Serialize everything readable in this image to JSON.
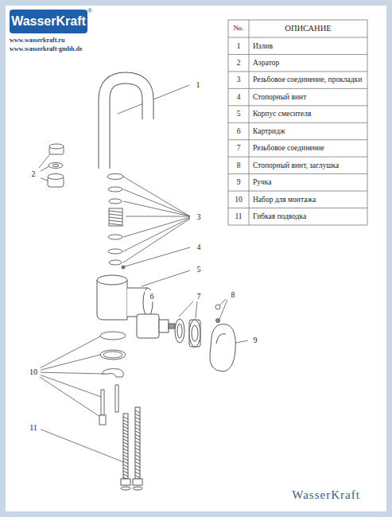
{
  "diagram": {
    "labels": [
      "WasserKraft",
      "®",
      "www.wasserkraft.ru",
      "www.wasserkraft-gmbh.de",
      "No.",
      "ОПИСАНИЕ",
      "1",
      "Излив",
      "2",
      "Аэратор",
      "3",
      "Резьбовое соединение, прокладки",
      "4",
      "Стопорный винт",
      "5",
      "Корпус смесителя",
      "6",
      "Картридж",
      "7",
      "Резьбовое соединение",
      "8",
      "Стопорный винт, заглушка",
      "9",
      "Ручка",
      "10",
      "Набор для монтажа",
      "11",
      "Гибкая подводка",
      "1",
      "2",
      "3",
      "4",
      "5",
      "6",
      "7",
      "8",
      "9",
      "10",
      "11",
      "WasserKraft"
    ]
  }
}
